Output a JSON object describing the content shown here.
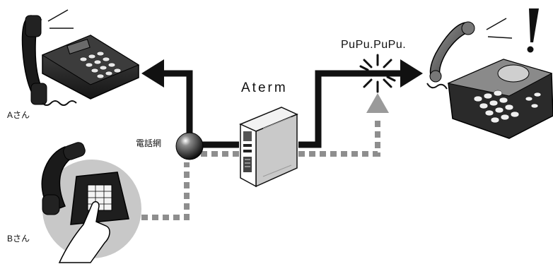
{
  "labels": {
    "aterm": "Aterm",
    "pupu": "PuPu.PuPu.",
    "network": "電話網",
    "person_a": "Aさん",
    "person_b": "Bさん"
  },
  "icons": {
    "telephone_a": "desk-phone-ringing-icon",
    "telephone_b": "rotary-phone-dialing-icon",
    "telephone_c": "answering-machine-phone-icon",
    "router": "aterm-router-icon",
    "network_node": "network-sphere-icon",
    "burst": "ring-burst-icon",
    "exclamation": "exclamation-icon"
  },
  "colors": {
    "line_solid": "#111111",
    "line_dotted": "#8e8e8e",
    "arrow_gray": "#9a9a9a",
    "circle_bg": "#c8c8c8"
  }
}
